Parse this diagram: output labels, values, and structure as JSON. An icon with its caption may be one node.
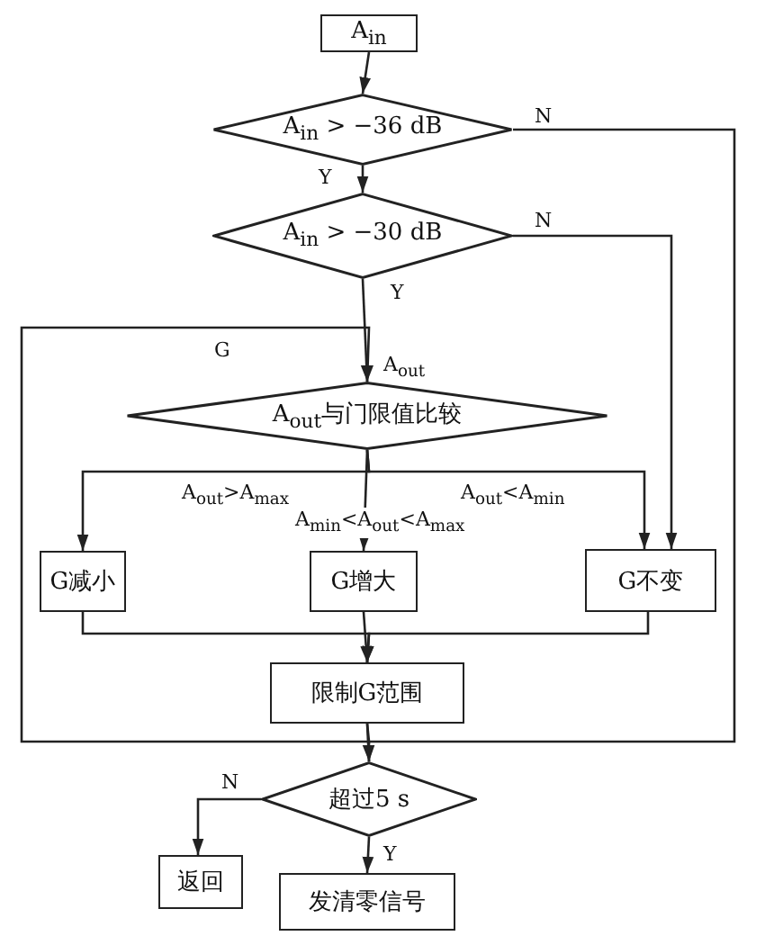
{
  "diagram": {
    "nodes": [
      {
        "text": [
          "A$_{in}$"
        ]
      },
      {
        "text": [
          "A$_{in}$ > −36 dB"
        ]
      },
      {
        "text": [
          "A$_{in}$ > −30 dB"
        ]
      },
      {
        "text": [
          "A$_{out}$与门限值比较"
        ]
      },
      {
        "text": [
          "G减小"
        ]
      },
      {
        "text": [
          "G增大"
        ]
      },
      {
        "text": [
          "G不变"
        ]
      },
      {
        "text": [
          "限制G范围"
        ]
      },
      {
        "text": [
          "超过5 s"
        ]
      },
      {
        "text": [
          "返回"
        ]
      },
      {
        "text": [
          "发清零信号"
        ]
      }
    ],
    "edges": [
      {
        "from": 0,
        "to": 1,
        "arrow": "to"
      },
      {
        "from": 1,
        "to": 2,
        "arrow": "to",
        "label": "Y"
      },
      {
        "from": 1,
        "to": 8,
        "arrow": "to",
        "label": "N"
      },
      {
        "from": 2,
        "to": 6,
        "arrow": "to",
        "label": "N"
      },
      {
        "from": 2,
        "to": 3,
        "arrow": "to",
        "label": "Y"
      },
      {
        "from": 7,
        "to": 3,
        "arrow": "to",
        "label": "G"
      },
      {
        "from": 3,
        "to": 4,
        "arrow": "to",
        "label": "A$_{out}$>A$_{max}$"
      },
      {
        "from": 3,
        "to": 5,
        "arrow": "to",
        "label": "A$_{min}$<A$_{out}$<A$_{max}$"
      },
      {
        "from": 3,
        "to": 6,
        "arrow": "to",
        "label": "A$_{out}$<A$_{min}$"
      },
      {
        "from": 4,
        "to": 7,
        "arrow": "to"
      },
      {
        "from": 5,
        "to": 7,
        "arrow": "to"
      },
      {
        "from": 6,
        "to": 7,
        "arrow": "to"
      },
      {
        "from": 7,
        "to": 8,
        "arrow": "to"
      },
      {
        "from": 8,
        "to": 9,
        "arrow": "to",
        "label": "N"
      },
      {
        "from": 8,
        "to": 10,
        "arrow": "to",
        "label": "Y"
      }
    ],
    "labels": [
      "A$_{out}$"
    ]
  }
}
